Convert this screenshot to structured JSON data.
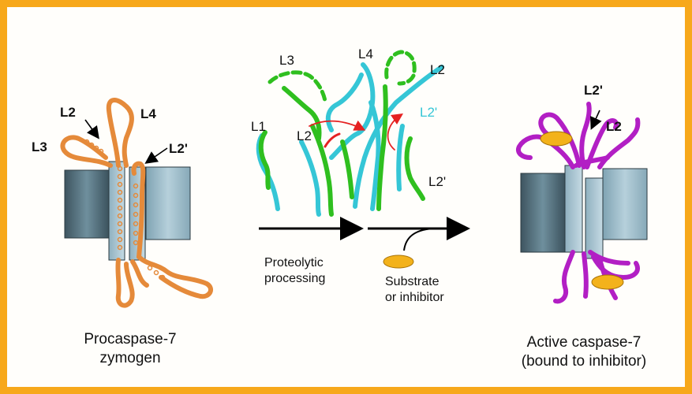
{
  "colors": {
    "border": "#f7a81b",
    "zymogen_loop": "#e58a3a",
    "active_loop": "#b21fc4",
    "cyan_strand": "#35c6d6",
    "green_strand": "#2fbf1f",
    "ligand": "#f3b21b",
    "arrow_red": "#e52121",
    "domain_dark": "#4d6470",
    "domain_light": "#9fbcc9"
  },
  "left_panel": {
    "labels": {
      "l2": "L2",
      "l3": "L3",
      "l4": "L4",
      "l2_prime": "L2'"
    },
    "caption_line1": "Procaspase-7",
    "caption_line2": "zymogen"
  },
  "center_panel": {
    "labels": {
      "l1": "L1",
      "l2_left": "L2",
      "l3": "L3",
      "l4": "L4",
      "l2_top": "L2",
      "l2_prime_top": "L2'",
      "l2_prime_bottom": "L2'"
    },
    "step1_line1": "Proteolytic",
    "step1_line2": "processing",
    "step2_line1": "Substrate",
    "step2_line2": "or inhibitor"
  },
  "right_panel": {
    "labels": {
      "l2_prime": "L2'",
      "l2": "L2"
    },
    "caption_line1": "Active caspase-7",
    "caption_line2": "(bound to inhibitor)"
  }
}
